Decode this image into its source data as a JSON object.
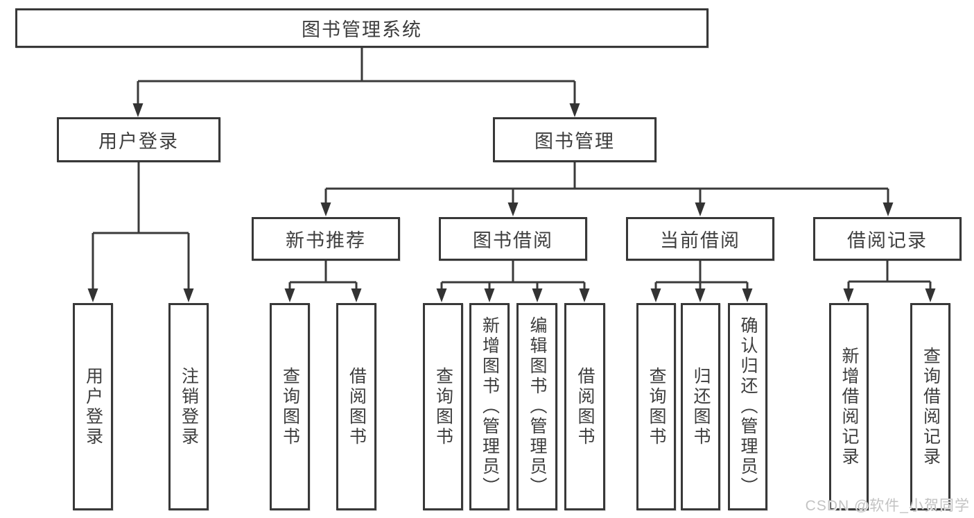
{
  "diagram": {
    "type": "functional-structure-tree",
    "colors": {
      "line": "#3a3a3a",
      "border": "#383838",
      "text": "#3d3d3d",
      "background": "#ffffff",
      "watermark": "#c3c3c3"
    }
  },
  "tree": {
    "label": "图书管理系统",
    "children": [
      {
        "label": "用户登录",
        "children": [
          {
            "label": "用户登录"
          },
          {
            "label": "注销登录"
          }
        ]
      },
      {
        "label": "图书管理",
        "children": [
          {
            "label": "新书推荐",
            "children": [
              {
                "label": "查询图书"
              },
              {
                "label": "借阅图书"
              }
            ]
          },
          {
            "label": "图书借阅",
            "children": [
              {
                "label": "查询图书"
              },
              {
                "label": "新增图书（管理员）"
              },
              {
                "label": "编辑图书（管理员）"
              },
              {
                "label": "借阅图书"
              }
            ]
          },
          {
            "label": "当前借阅",
            "children": [
              {
                "label": "查询图书"
              },
              {
                "label": "归还图书"
              },
              {
                "label": "确认归还（管理员）"
              }
            ]
          },
          {
            "label": "借阅记录",
            "children": [
              {
                "label": "新增借阅记录"
              },
              {
                "label": "查询借阅记录"
              }
            ]
          }
        ]
      }
    ]
  },
  "watermark": {
    "text": "CSDN @软件_小贺同学"
  }
}
